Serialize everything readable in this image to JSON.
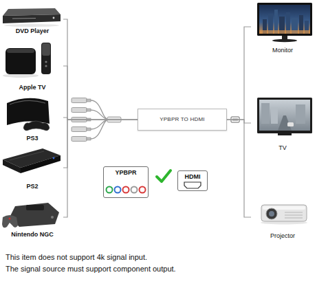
{
  "diagram": {
    "nodes": [
      {
        "text": [
          "DVD Player"
        ]
      },
      {
        "text": [
          "Apple TV"
        ]
      },
      {
        "text": [
          "PS3"
        ]
      },
      {
        "text": [
          "PS2"
        ]
      },
      {
        "text": [
          "Nintendo NGC"
        ]
      },
      {
        "text": [
          "YPBPR TO HDMI"
        ]
      },
      {
        "text": [
          "Monitor"
        ]
      },
      {
        "text": [
          "TV"
        ]
      },
      {
        "text": [
          "Projector"
        ]
      },
      {
        "text": [
          "YPBPR"
        ]
      },
      {
        "text": [
          "HDMI"
        ]
      }
    ],
    "edges": [
      {
        "from": 0,
        "to": 5,
        "arrow": "none"
      },
      {
        "from": 1,
        "to": 5,
        "arrow": "none"
      },
      {
        "from": 2,
        "to": 5,
        "arrow": "none"
      },
      {
        "from": 3,
        "to": 5,
        "arrow": "none"
      },
      {
        "from": 4,
        "to": 5,
        "arrow": "none"
      },
      {
        "from": 5,
        "to": 6,
        "arrow": "none"
      },
      {
        "from": 5,
        "to": 7,
        "arrow": "none"
      },
      {
        "from": 5,
        "to": 8,
        "arrow": "none"
      }
    ],
    "labels": [
      "This item does not support 4k signal input.",
      "The signal source must support component output."
    ]
  }
}
